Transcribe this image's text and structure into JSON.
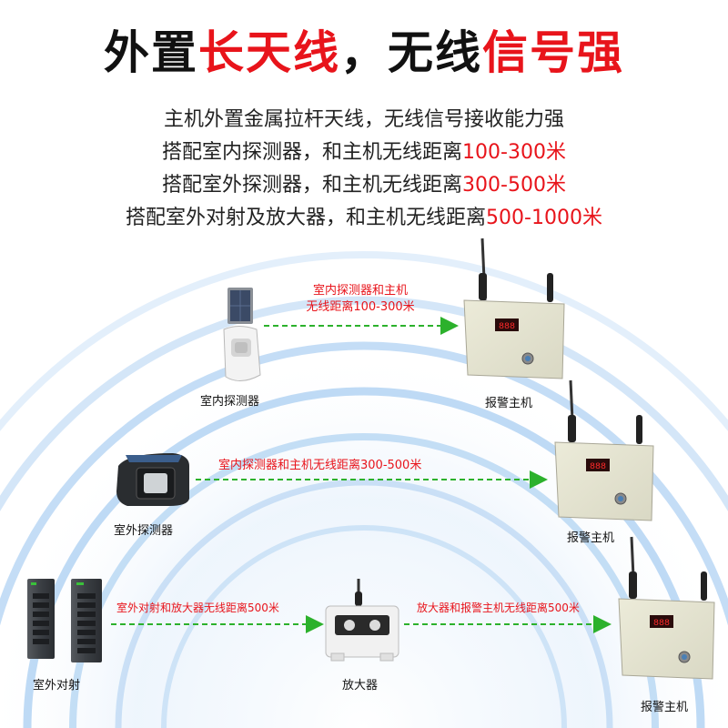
{
  "title": {
    "part1": "外置",
    "part2": "长天线",
    "part3": "，无线",
    "part4": "信号强"
  },
  "description": [
    {
      "text": "主机外置金属拉杆天线，无线信号接收能力强",
      "highlight": ""
    },
    {
      "text": "搭配室内探测器，和主机无线距离",
      "highlight": "100-300米"
    },
    {
      "text": "搭配室外探测器，和主机无线距离",
      "highlight": "300-500米"
    },
    {
      "text": "搭配室外对射及放大器，和主机无线距离",
      "highlight": "500-1000米"
    }
  ],
  "row1": {
    "device_label": "室内探测器",
    "link_line1": "室内探测器和主机",
    "link_line2": "无线距离100-300米",
    "host_label": "报警主机"
  },
  "row2": {
    "device_label": "室外探测器",
    "link": "室内探测器和主机无线距离300-500米",
    "host_label": "报警主机"
  },
  "row3": {
    "device_label": "室外对射",
    "link_left": "室外对射和放大器无线距离500米",
    "amp_label": "放大器",
    "link_right": "放大器和报警主机无线距离500米",
    "host_label": "报警主机"
  },
  "colors": {
    "accent_red": "#e8141b",
    "arrow_green": "#2cb12c",
    "signal_blue": "#3a8fe0"
  }
}
